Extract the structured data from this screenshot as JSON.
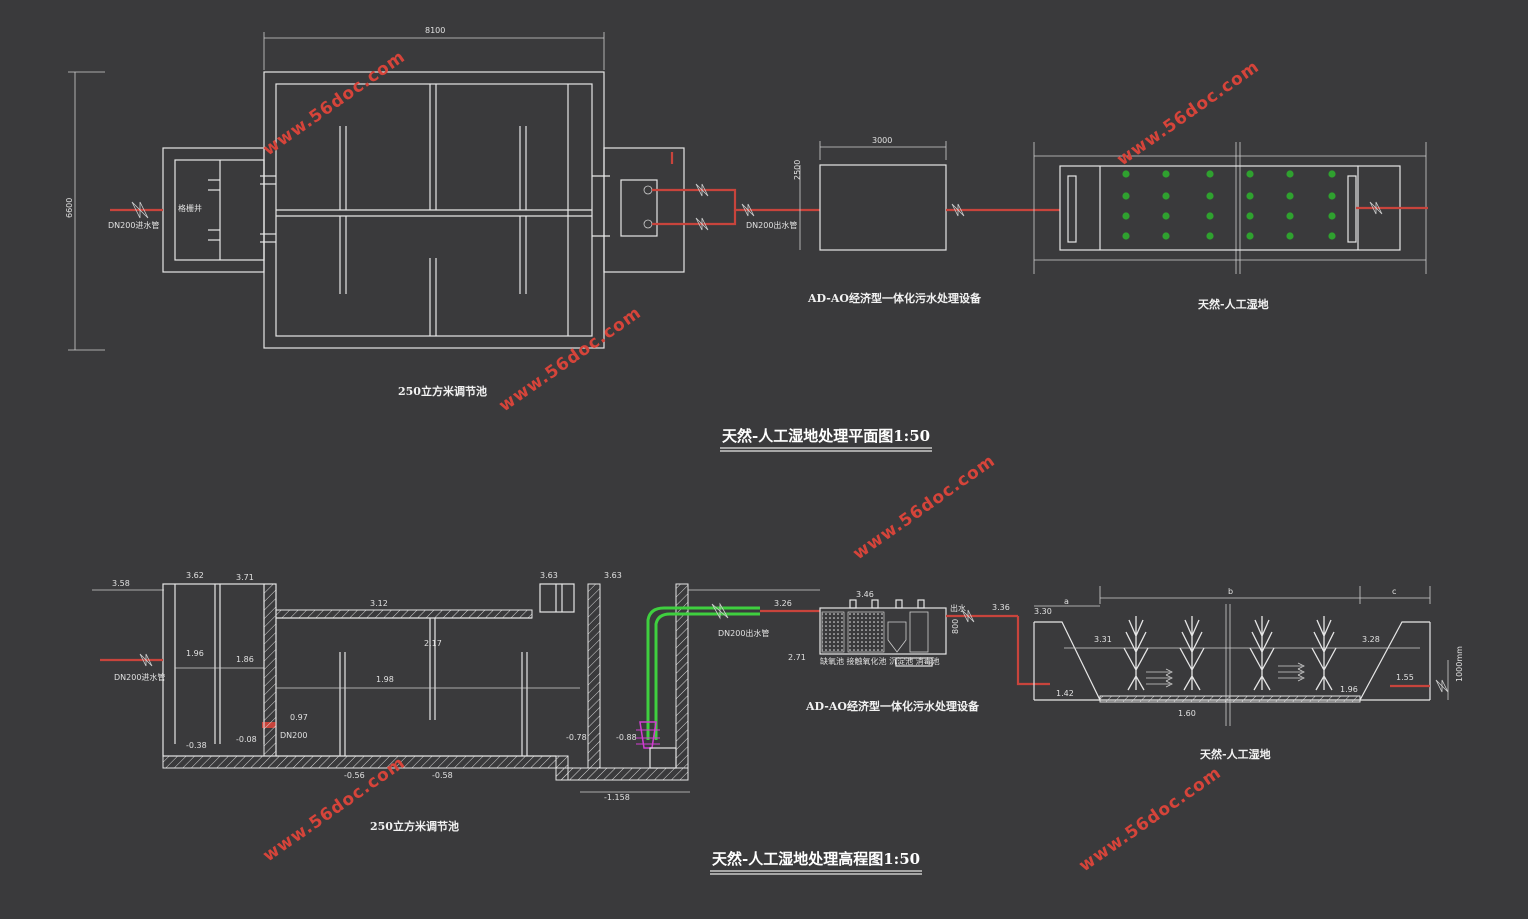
{
  "plan": {
    "dim_width": "8100",
    "dim_height": "6600",
    "dim_equipment_w": "3000",
    "dim_equipment_h": "2500",
    "inlet_pipe_label": "DN200进水管",
    "grille_label": "格栅井",
    "outlet_pipe_label": "DN200出水管",
    "tank_label": "250立方米调节池",
    "equipment_label": "AD-AO经济型一体化污水处理设备",
    "wetland_label": "天然-人工湿地",
    "title": "天然-人工湿地处理平面图1:50"
  },
  "section": {
    "elev_ground": "3.58",
    "elev_top1": "3.62",
    "elev_top2": "3.71",
    "elev_top3": "3.63",
    "elev_roof": "3.12",
    "elev_inner1": "1.96",
    "elev_inner2": "1.86",
    "elev_mid1": "1.98",
    "elev_mid2": "2.17",
    "elev_low1": "-0.38",
    "elev_low2": "-0.08",
    "elev_pipe": "0.97",
    "elev_bottom1": "-0.56",
    "elev_bottom2": "-0.58",
    "elev_sump": "-0.78",
    "elev_pump": "-0.88",
    "elev_sump_bottom": "-1.158",
    "elev_equip_in": "3.26",
    "elev_equip_top": "3.46",
    "elev_equip_out": "3.36",
    "elev_ground2": "2.71",
    "elev_wet_in": "3.30",
    "elev_wet_in2": "1.42",
    "elev_wet_top1": "3.31",
    "elev_wet_top2": "3.28",
    "elev_wet_water": "1.96",
    "elev_wet_out": "1.55",
    "elev_wet_bottom": "1.60",
    "dim_a": "a",
    "dim_b": "b",
    "dim_c": "c",
    "dim_depth": "1000mm",
    "dim_equip_h": "800",
    "inlet_pipe_label": "DN200进水管",
    "outlet_pipe_label": "DN200出水管",
    "dn_label": "DN200",
    "equip_out_label": "出水",
    "equip_zones": "缺氧池 接触氧化池 沉淀池 消毒池",
    "tank_label": "250立方米调节池",
    "equipment_label": "AD-AO经济型一体化污水处理设备",
    "wetland_label": "天然-人工湿地",
    "title": "天然-人工湿地处理高程图1:50"
  },
  "watermark": "www.56doc.com",
  "colors": {
    "background": "#3a3a3c",
    "line": "#e6e6e6",
    "pipe": "#c8443c",
    "riser": "#3fcf3f",
    "plant": "#2fa12f",
    "pump": "#d23cd2",
    "watermark": "#d6443a"
  }
}
